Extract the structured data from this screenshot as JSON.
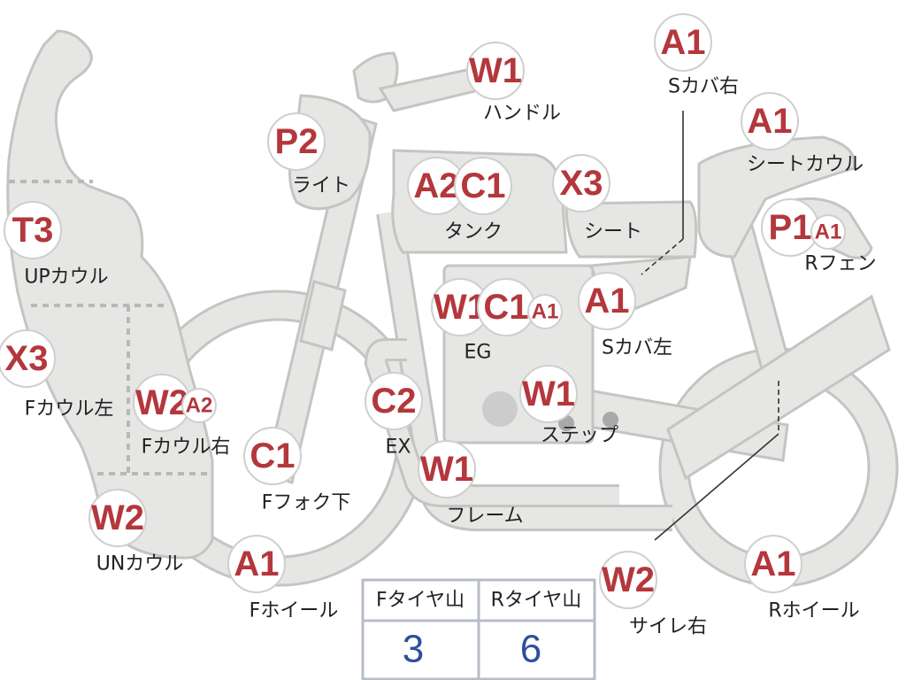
{
  "parts": [
    {
      "id": "up-cowl",
      "code": "T3",
      "label": "UPカウル"
    },
    {
      "id": "f-cowl-left",
      "code": "X3",
      "label": "Fカウル左"
    },
    {
      "id": "f-cowl-right",
      "code": "W2",
      "code2": "A2",
      "label": "Fカウル右"
    },
    {
      "id": "un-cowl",
      "code": "W2",
      "label": "UNカウル"
    },
    {
      "id": "light",
      "code": "P2",
      "label": "ライト"
    },
    {
      "id": "handle",
      "code": "W1",
      "label": "ハンドル"
    },
    {
      "id": "tank",
      "code": "A2",
      "code2": "C1",
      "label": "タンク"
    },
    {
      "id": "seat",
      "code": "X3",
      "label": "シート"
    },
    {
      "id": "s-cover-right",
      "code": "A1",
      "label": "Sカバ右"
    },
    {
      "id": "seat-cowl",
      "code": "A1",
      "label": "シートカウル"
    },
    {
      "id": "r-fender",
      "code": "P1",
      "code2": "A1",
      "label": "Rフェン"
    },
    {
      "id": "s-cover-left",
      "code": "A1",
      "label": "Sカバ左"
    },
    {
      "id": "engine",
      "code": "W1",
      "code2": "C1",
      "code3": "A1",
      "label": "EG"
    },
    {
      "id": "step",
      "code": "W1",
      "label": "ステップ"
    },
    {
      "id": "exhaust",
      "code": "C2",
      "label": "EX"
    },
    {
      "id": "frame",
      "code": "W1",
      "label": "フレーム"
    },
    {
      "id": "f-fork-lower",
      "code": "C1",
      "label": "Fフォク下"
    },
    {
      "id": "f-wheel",
      "code": "A1",
      "label": "Fホイール"
    },
    {
      "id": "silencer-right",
      "code": "W2",
      "label": "サイレ右"
    },
    {
      "id": "r-wheel",
      "code": "A1",
      "label": "Rホイール"
    }
  ],
  "tire_table": {
    "columns": [
      {
        "header": "Fタイヤ山",
        "value": "3"
      },
      {
        "header": "Rタイヤ山",
        "value": "6"
      }
    ]
  }
}
